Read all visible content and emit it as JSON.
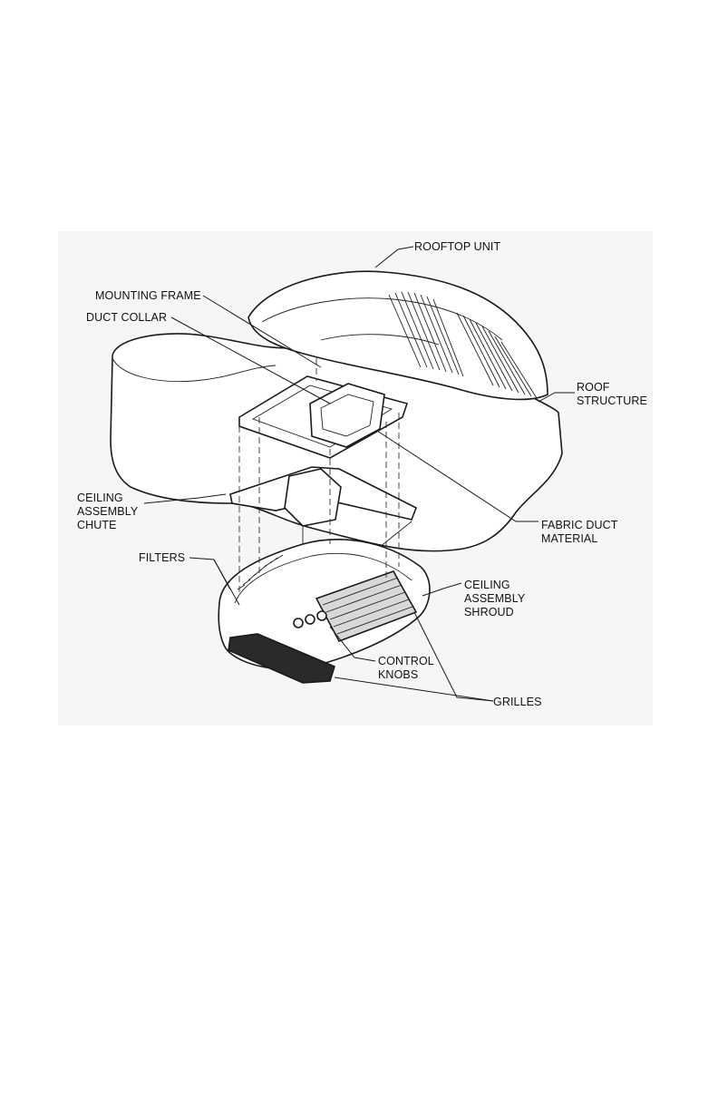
{
  "diagram": {
    "labels": {
      "rooftop_unit": "ROOFTOP UNIT",
      "mounting_frame": "MOUNTING FRAME",
      "duct_collar": "DUCT COLLAR",
      "roof_structure": "ROOF\nSTRUCTURE",
      "ceiling_assembly_chute": "CEILING\nASSEMBLY\nCHUTE",
      "fabric_duct_material": "FABRIC DUCT\nMATERIAL",
      "filters": "FILTERS",
      "ceiling_assembly_shroud": "CEILING\nASSEMBLY\nSHROUD",
      "control_knobs": "CONTROL\nKNOBS",
      "grilles": "GRILLES"
    }
  }
}
